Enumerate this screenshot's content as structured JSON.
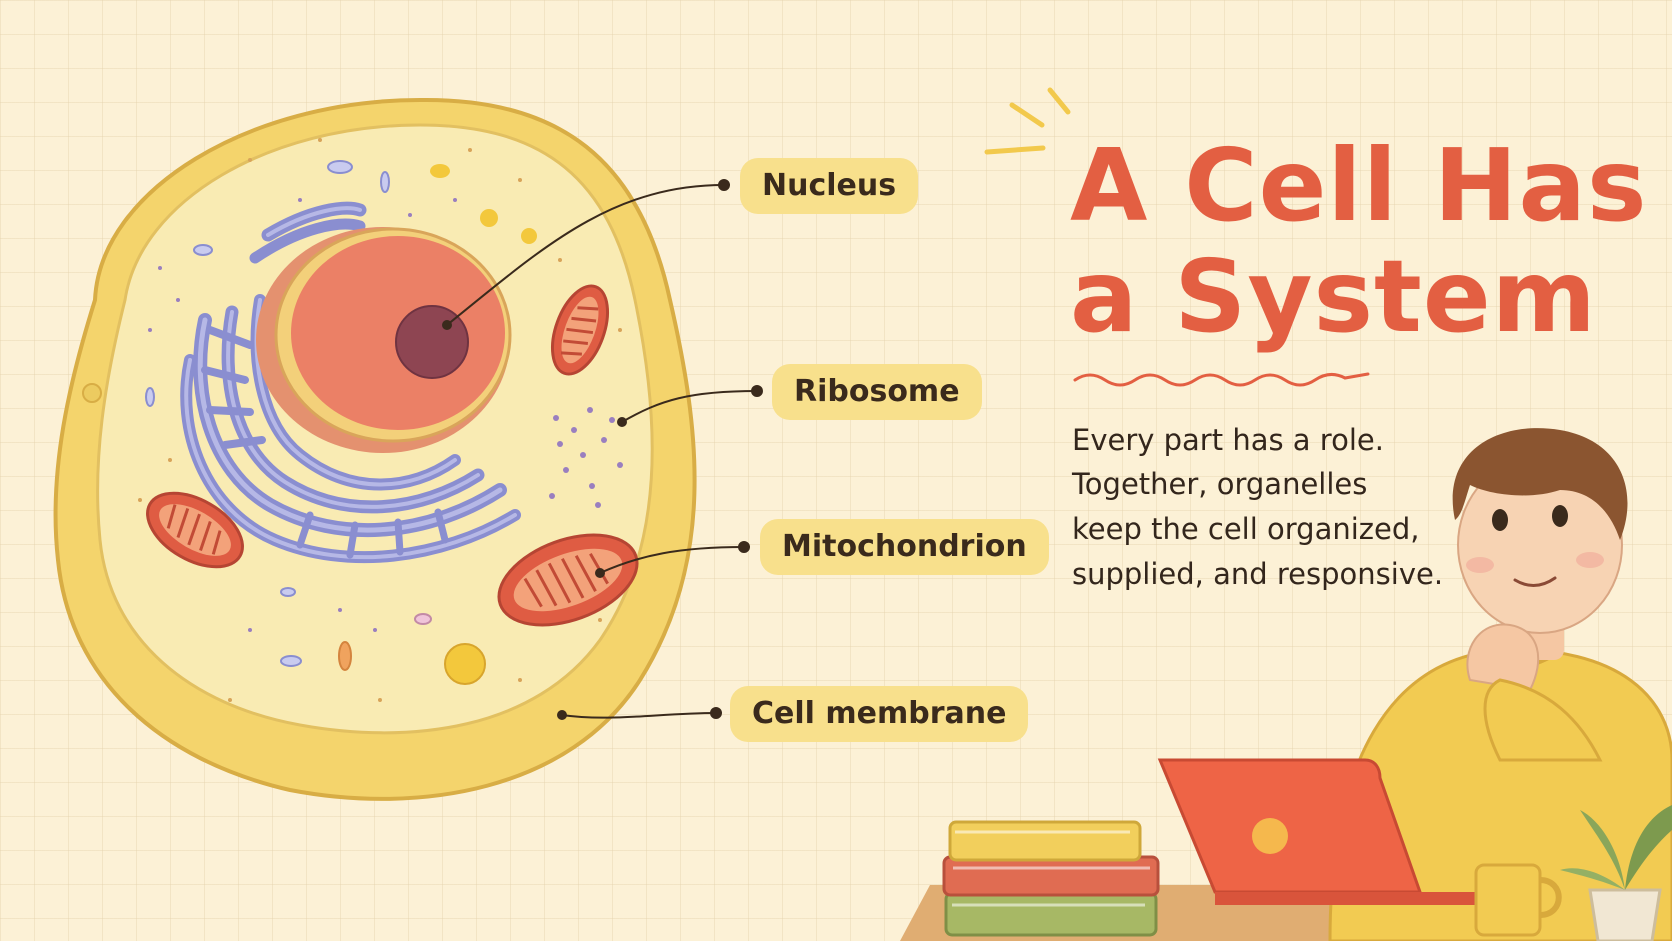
{
  "title": {
    "line1": "A Cell Has",
    "line2": "a System"
  },
  "body_lines": [
    "Every part has a role.",
    "Together, organelles",
    "keep the cell organized,",
    "supplied, and responsive."
  ],
  "labels": {
    "nucleus": "Nucleus",
    "ribosome": "Ribosome",
    "mitochondrion": "Mitochondrion",
    "cell_membrane": "Cell membrane"
  },
  "colors": {
    "background": "#fcf1d6",
    "title": "#e35f42",
    "label_bg": "#f8e08c",
    "membrane": "#f4d46c",
    "cytoplasm": "#f9ebb3",
    "nucleus": "#eb8066",
    "nucleolus": "#8e4552",
    "er": "#8a8ed0",
    "mitochondria": "#df5c43",
    "sweater": "#f2cb52",
    "laptop": "#ee6446"
  },
  "icons": [
    "person-thinking-illustration",
    "laptop-icon",
    "book-stack-icon",
    "mug-icon",
    "potted-plant-icon",
    "sparkle-lines-icon",
    "wavy-underline"
  ]
}
